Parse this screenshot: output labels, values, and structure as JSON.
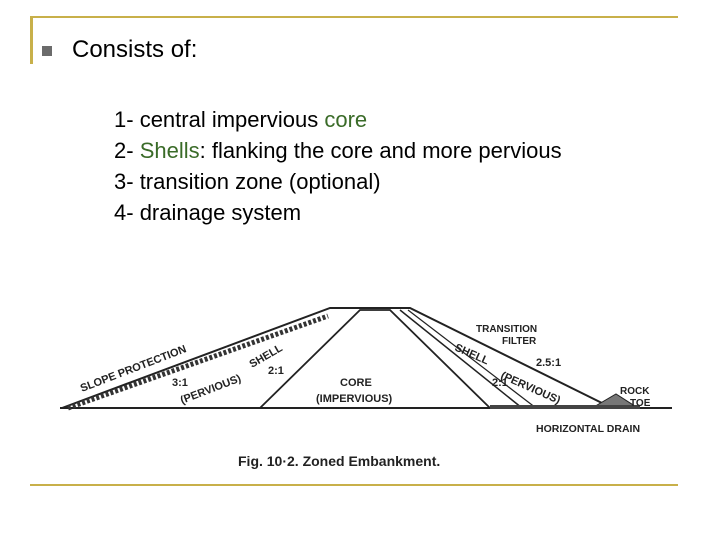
{
  "slide": {
    "bullet_heading": "Consists of:",
    "items": [
      {
        "num": "1-",
        "text_a": "central impervious ",
        "hl": "core",
        "text_b": ""
      },
      {
        "num": "2-",
        "text_a": "",
        "hl": "Shells",
        "text_b": ": flanking the core and more pervious"
      },
      {
        "num": "3-",
        "text_a": "transition zone (optional)",
        "hl": "",
        "text_b": ""
      },
      {
        "num": "4-",
        "text_a": "drainage system",
        "hl": "",
        "text_b": ""
      }
    ],
    "highlight_color": "#3a6b28",
    "accent_color": "#c8b04a"
  },
  "figure": {
    "labels": {
      "slope_protection": "SLOPE PROTECTION",
      "shell_left_ratio": "3:1",
      "shell_left_name": "(PERVIOUS)",
      "shell_left_top": "SHELL",
      "shell_left_slope": "2:1",
      "core": "CORE",
      "core_sub": "(IMPERVIOUS)",
      "transition": "TRANSITION",
      "filter": "FILTER",
      "shell_right": "SHELL",
      "pervious_right": "(PERVIOUS)",
      "ratio_25": "2.5:1",
      "ratio_21": "2:1",
      "rock": "ROCK",
      "toe": "TOE",
      "drain": "HORIZONTAL DRAIN"
    },
    "caption": "Fig. 10·2.   Zoned Embankment."
  }
}
